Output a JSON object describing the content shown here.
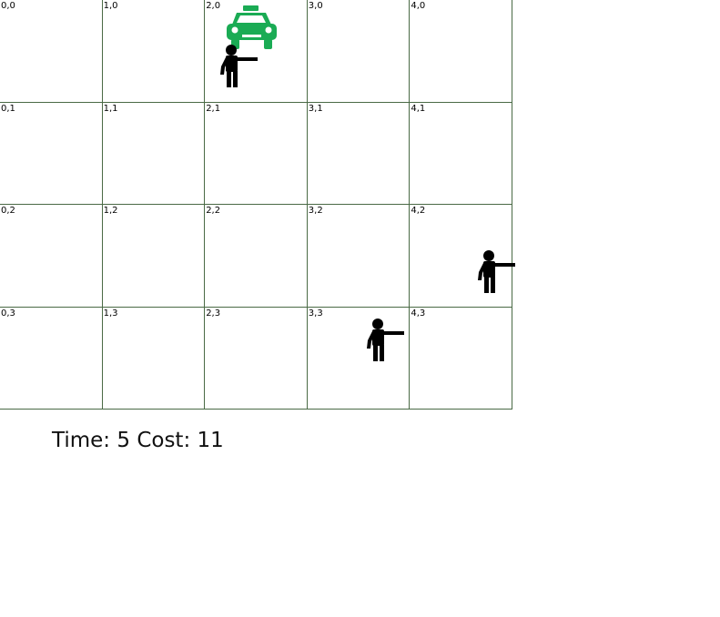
{
  "grid": {
    "cols": 5,
    "rows": 4,
    "cell_labels": [
      [
        "0,0",
        "1,0",
        "2,0",
        "3,0",
        "4,0"
      ],
      [
        "0,1",
        "1,1",
        "2,1",
        "3,1",
        "4,1"
      ],
      [
        "0,2",
        "1,2",
        "2,2",
        "3,2",
        "4,2"
      ],
      [
        "0,3",
        "1,3",
        "2,3",
        "3,3",
        "4,3"
      ]
    ]
  },
  "taxi": {
    "col": 2,
    "row": 0,
    "color": "#1aab54",
    "icon": "taxi-icon"
  },
  "passengers": [
    {
      "col": 2,
      "row": 0,
      "icon": "passenger-hailing-icon"
    },
    {
      "col": 4,
      "row": 2,
      "icon": "passenger-hailing-icon"
    },
    {
      "col": 3,
      "row": 3,
      "icon": "passenger-hailing-icon"
    }
  ],
  "status": {
    "time_label": "Time:",
    "time": "5",
    "cost_label": "Cost:",
    "cost": "11"
  }
}
